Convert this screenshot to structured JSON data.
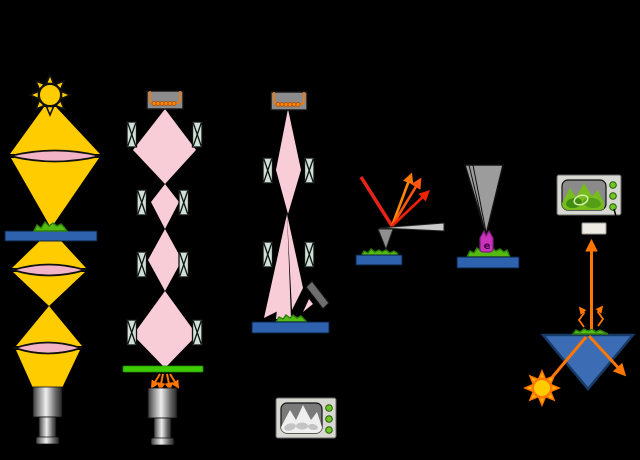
{
  "scene": {
    "background": "#000000",
    "description": "Side-by-side schematic comparison of microscopy techniques: optical microscope, transmission electron microscope, scanning electron microscope, atomic force microscope, scanning tunneling microscope, and prism-based fluorescence (TIRF) imaging setup"
  },
  "labels": {
    "electron": "e"
  },
  "palette": {
    "background": "#000000",
    "light_beam_yellow": "#ffcc00",
    "electron_beam_pink": "#f8cdd8",
    "lens_pink": "#f2b3c6",
    "stage_blue": "#2f62ae",
    "prism_blue": "#3c6cb4",
    "sample_green": "#55bb11",
    "sample_green_dark": "#2e7d0e",
    "fluorescent_screen_green": "#3ecc00",
    "filament_orange": "#ff7700",
    "laser_red": "#ee2200",
    "laser_orange": "#ff8800",
    "tunneling_magenta": "#cc33bb",
    "gun_gray": "#8c8c8c",
    "coil_gray_green": "#cfe0d6",
    "monitor_body_gray": "#d8d8d2",
    "monitor_screen_gray": "#7a7a7a",
    "knob_green": "#6cc829",
    "cone_gray": "#9c9c9c"
  },
  "instruments": [
    {
      "key": "optical-microscope",
      "parts": [
        "sun-light-source",
        "light-cone",
        "condenser-lens",
        "specimen",
        "stage",
        "objective-lens",
        "projector-lens",
        "camera-eyepiece-barrel"
      ]
    },
    {
      "key": "transmission-electron-microscope",
      "parts": [
        "electron-gun",
        "filament",
        "electron-beam-diamonds",
        "electromagnetic-lens-coils",
        "fluorescent-screen",
        "emitted-light-arrows",
        "camera-barrel"
      ]
    },
    {
      "key": "scanning-electron-microscope",
      "parts": [
        "electron-gun",
        "filament",
        "electron-beam",
        "scan-coil-pairs",
        "secondary-electron-detector",
        "specimen",
        "stage",
        "display-monitor-grayscale"
      ]
    },
    {
      "key": "atomic-force-microscope",
      "parts": [
        "incoming-laser-beam",
        "reflected-laser-arrows",
        "cantilever",
        "probe-tip",
        "specimen",
        "stage"
      ]
    },
    {
      "key": "scanning-tunneling-microscope",
      "electron_label": "e",
      "parts": [
        "probe-cone",
        "tunneling-electron-cloud",
        "electron-label",
        "specimen",
        "stage"
      ]
    },
    {
      "key": "prism-fluorescence-setup",
      "parts": [
        "display-monitor-color",
        "detector-box",
        "emission-arrow",
        "evanescent-emission-squiggles",
        "specimen",
        "prism",
        "excitation-beam",
        "reflected-beam",
        "sun-light-source"
      ]
    }
  ]
}
